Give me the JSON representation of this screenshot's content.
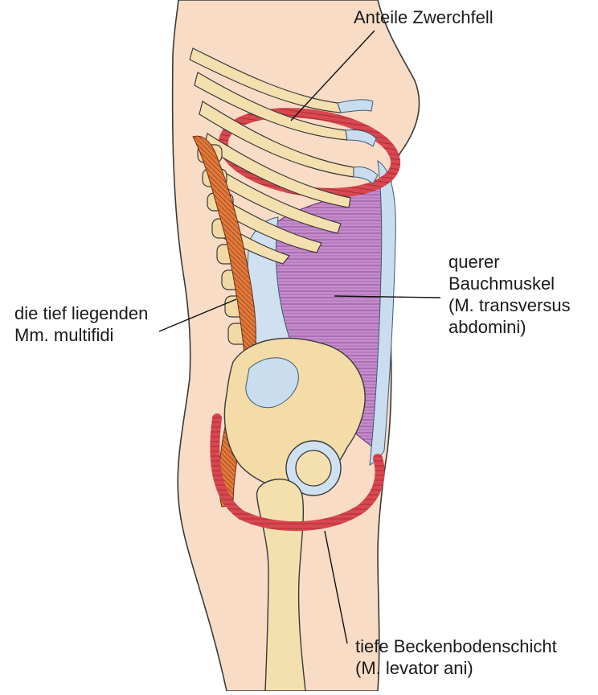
{
  "labels": {
    "diaphragm": "Anteile Zwerchfell",
    "transversus": [
      "querer",
      "Bauchmuskel",
      "(M. transversus",
      "abdomini)"
    ],
    "multifidi": [
      "die tief liegenden",
      "Mm. multifidi"
    ],
    "pelvic_floor": [
      "tiefe Beckenbodenschicht",
      "(M. levator ani)"
    ]
  },
  "colors": {
    "skin": "#f6d6bf",
    "bone": "#f4dfae",
    "bone_shade": "#dcbd82",
    "cartilage": "#c9ddef",
    "transversus_muscle": "#b97cc0",
    "diaphragm_ring": "#d8474f",
    "multifidi_muscle": "#d9662f",
    "outline": "#2a2a2a"
  }
}
